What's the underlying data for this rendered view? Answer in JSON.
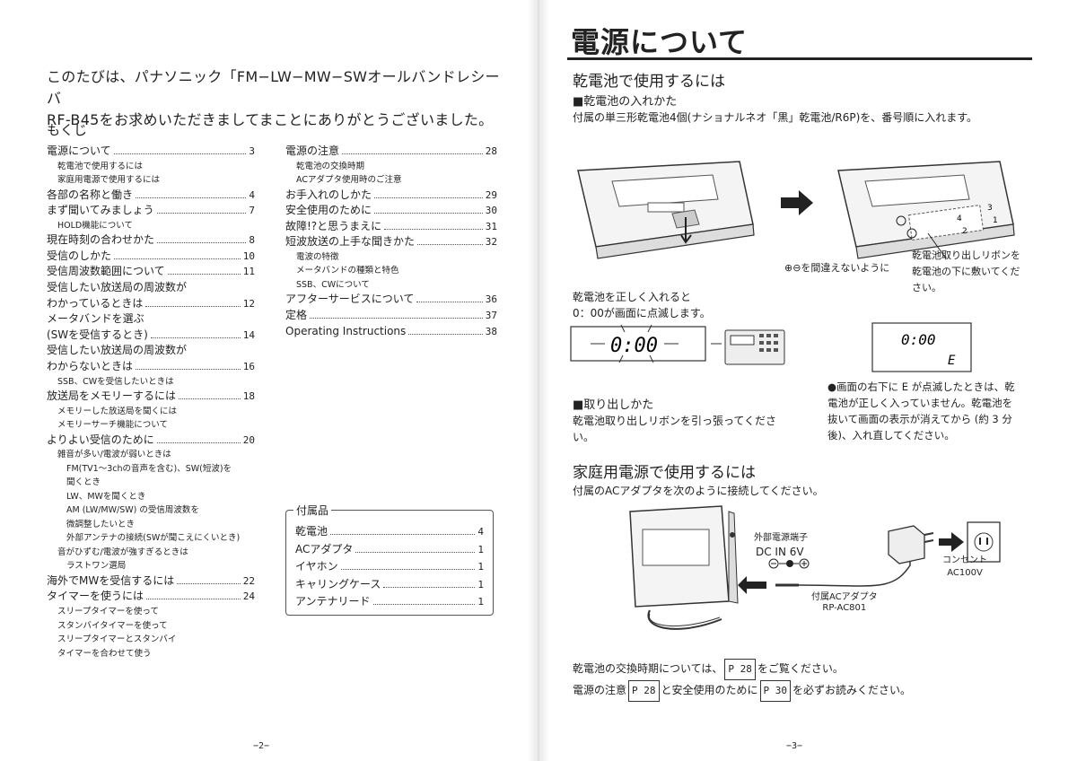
{
  "left": {
    "intro": [
      "このたびは、パナソニック「FM−LW−MW−SWオールバンドレシーバ",
      "RF-B45をお求めいただきましてまことにありがとうございました。"
    ],
    "toc_title": "もくじ",
    "col1": [
      {
        "kind": "entry",
        "text": "電源について",
        "page": "3"
      },
      {
        "kind": "sub",
        "text": "乾電池で使用するには"
      },
      {
        "kind": "sub",
        "text": "家庭用電源で使用するには"
      },
      {
        "kind": "entry",
        "text": "各部の名称と働き",
        "page": "4"
      },
      {
        "kind": "entry",
        "text": "まず聞いてみましょう",
        "page": "7"
      },
      {
        "kind": "sub",
        "text": "HOLD機能について"
      },
      {
        "kind": "entry",
        "text": "現在時刻の合わせかた",
        "page": "8"
      },
      {
        "kind": "entry",
        "text": "受信のしかた",
        "page": "10"
      },
      {
        "kind": "entry",
        "text": "受信周波数範囲について",
        "page": "11"
      },
      {
        "kind": "cont",
        "text": "受信したい放送局の周波数が"
      },
      {
        "kind": "entry",
        "text": "わかっているときは",
        "page": "12"
      },
      {
        "kind": "cont",
        "text": "メータバンドを選ぶ"
      },
      {
        "kind": "entry",
        "text": "(SWを受信するとき)",
        "page": "14"
      },
      {
        "kind": "cont",
        "text": "受信したい放送局の周波数が"
      },
      {
        "kind": "entry",
        "text": "わからないときは",
        "page": "16"
      },
      {
        "kind": "sub",
        "text": "SSB、CWを受信したいときは"
      },
      {
        "kind": "entry",
        "text": "放送局をメモリーするには",
        "page": "18"
      },
      {
        "kind": "sub",
        "text": "メモリーした放送局を聞くには"
      },
      {
        "kind": "sub",
        "text": "メモリーサーチ機能について"
      },
      {
        "kind": "entry",
        "text": "よりよい受信のために",
        "page": "20"
      },
      {
        "kind": "sub",
        "text": "雑音が多い/電波が弱いときは"
      },
      {
        "kind": "sub2",
        "text": "FM(TV1〜3chの音声を含む)、SW(短波)を"
      },
      {
        "kind": "sub2",
        "text": "聞くとき"
      },
      {
        "kind": "sub2",
        "text": "LW、MWを聞くとき"
      },
      {
        "kind": "sub2",
        "text": "AM (LW/MW/SW) の受信周波数を"
      },
      {
        "kind": "sub2",
        "text": "微調整したいとき"
      },
      {
        "kind": "sub2",
        "text": "外部アンテナの接続(SWが聞こえにくいとき)"
      },
      {
        "kind": "sub",
        "text": "音がひずむ/電波が強すぎるときは"
      },
      {
        "kind": "sub2",
        "text": "ラストワン選局"
      },
      {
        "kind": "entry",
        "text": "海外でMWを受信するには",
        "page": "22"
      },
      {
        "kind": "entry",
        "text": "タイマーを使うには",
        "page": "24"
      },
      {
        "kind": "sub",
        "text": "スリープタイマーを使って"
      },
      {
        "kind": "sub",
        "text": "スタンバイタイマーを使って"
      },
      {
        "kind": "sub",
        "text": "スリープタイマーとスタンバイ"
      },
      {
        "kind": "sub",
        "text": "タイマーを合わせて使う"
      }
    ],
    "col2": [
      {
        "kind": "entry",
        "text": "電源の注意",
        "page": "28"
      },
      {
        "kind": "sub",
        "text": "乾電池の交換時期"
      },
      {
        "kind": "sub",
        "text": "ACアダプタ使用時のご注意"
      },
      {
        "kind": "entry",
        "text": "お手入れのしかた",
        "page": "29"
      },
      {
        "kind": "entry",
        "text": "安全使用のために",
        "page": "30"
      },
      {
        "kind": "entry",
        "text": "故障!?と思うまえに",
        "page": "31"
      },
      {
        "kind": "entry",
        "text": "短波放送の上手な聞きかた",
        "page": "32"
      },
      {
        "kind": "sub",
        "text": "電波の特徴"
      },
      {
        "kind": "sub",
        "text": "メータバンドの種類と特色"
      },
      {
        "kind": "sub",
        "text": "SSB、CWについて"
      },
      {
        "kind": "entry",
        "text": "アフターサービスについて",
        "page": "36"
      },
      {
        "kind": "entry",
        "text": "定格",
        "page": "37"
      },
      {
        "kind": "entry",
        "text": "Operating Instructions",
        "page": "38"
      }
    ],
    "accessories_title": "付属品",
    "accessories": [
      {
        "text": "乾電池",
        "count": "4"
      },
      {
        "text": "ACアダプタ",
        "count": "1"
      },
      {
        "text": "イヤホン",
        "count": "1"
      },
      {
        "text": "キャリングケース",
        "count": "1"
      },
      {
        "text": "アンテナリード",
        "count": "1"
      }
    ],
    "page_number": "−2−"
  },
  "right": {
    "title": "電源について",
    "battery_heading": "乾電池で使用するには",
    "insert_heading": "■乾電池の入れかた",
    "insert_text": "付属の単三形乾電池4個(ナショナルネオ「黒」乾電池/R6P)を、番号順に入れます。",
    "polarity_note": "⊕⊖を間違えないように",
    "ribbon_note": [
      "乾電池取り出しリボンを",
      "乾電池の下に敷いてくだ",
      "さい。"
    ],
    "blink_note": [
      "乾電池を正しく入れると",
      "0：00が画面に点滅します。"
    ],
    "display_time": "0:00",
    "display_e": "E",
    "cell_numbers": [
      "1",
      "2",
      "3",
      "4"
    ],
    "remove_heading": "■取り出しかた",
    "remove_text": [
      "乾電池取り出しリボンを引っ張ってくださ",
      "い。"
    ],
    "e_note": [
      "●画面の右下に E が点滅したときは、乾",
      "電池が正しく入っていません。乾電池を",
      "抜いて画面の表示が消えてから (約 3 分",
      "後)、入れ直してください。"
    ],
    "ac_heading": "家庭用電源で使用するには",
    "ac_text": "付属のACアダプタを次のように接続してください。",
    "jack_label": "外部電源端子",
    "jack_spec": "DC IN 6V",
    "adapter_label": [
      "付属ACアダプタ",
      "RP-AC801"
    ],
    "outlet_label": [
      "コンセント",
      "AC100V"
    ],
    "ref1": {
      "pre": "乾電池の交換時期については、",
      "p": "P",
      "num": "28",
      "post": "をご覧ください。"
    },
    "ref2": {
      "pre": "電源の注意",
      "p": "P",
      "num1": "28",
      "mid": "と安全使用のために",
      "num2": "30",
      "post": "を必ずお読みください。"
    },
    "page_number": "−3−"
  }
}
